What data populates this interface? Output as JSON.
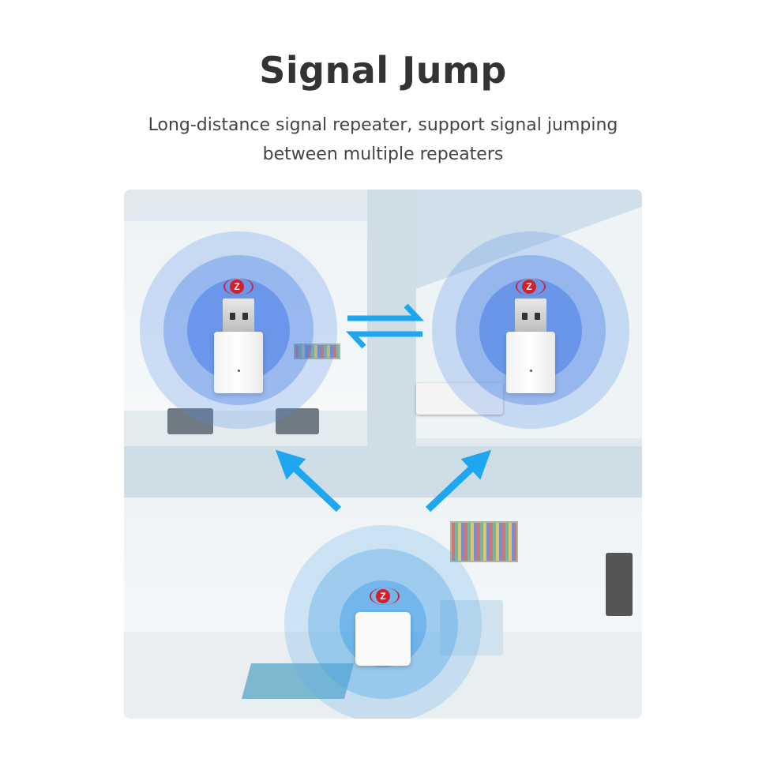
{
  "header": {
    "title": "Signal Jump",
    "subtitle_line1": "Long-distance signal repeater, support signal jumping",
    "subtitle_line2": "between multiple repeaters"
  },
  "illustration": {
    "badge_letter": "Z",
    "colors": {
      "signal": "#2f7fe8",
      "arrow": "#1ea7f0",
      "zigbee": "#d4202a"
    }
  }
}
